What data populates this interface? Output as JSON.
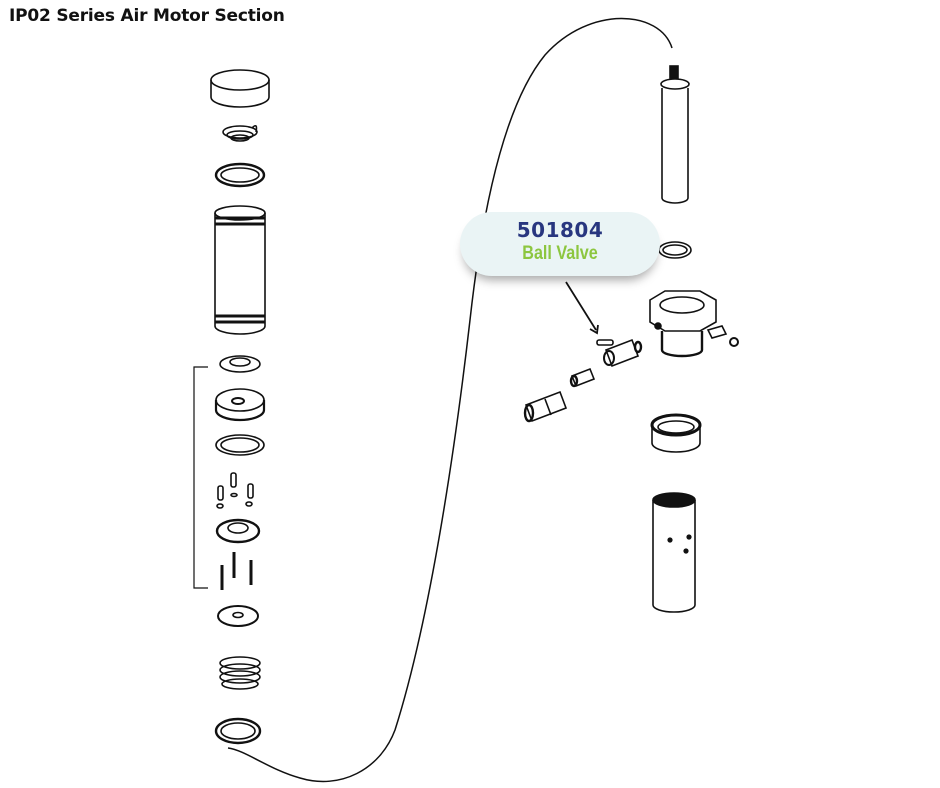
{
  "page": {
    "title": "IP02 Series Air Motor Section"
  },
  "callout": {
    "part_number": "501804",
    "description": "Ball Valve",
    "colors": {
      "background": "#eaf4f5",
      "part_number": "#28367f",
      "description": "#8cc63f"
    }
  },
  "parts": {
    "left_stack": [
      "cap",
      "spring-small",
      "o-ring",
      "cylinder",
      "seal",
      "piston",
      "o-ring",
      "pins",
      "piston-plate",
      "bolts",
      "washer",
      "spring-large",
      "o-ring"
    ],
    "right_stack": [
      "rod-cylinder",
      "gasket",
      "hex-body",
      "bushing",
      "sleeve"
    ],
    "valve_assembly": [
      "ball-valve",
      "nipple",
      "coupler",
      "fitting"
    ]
  }
}
